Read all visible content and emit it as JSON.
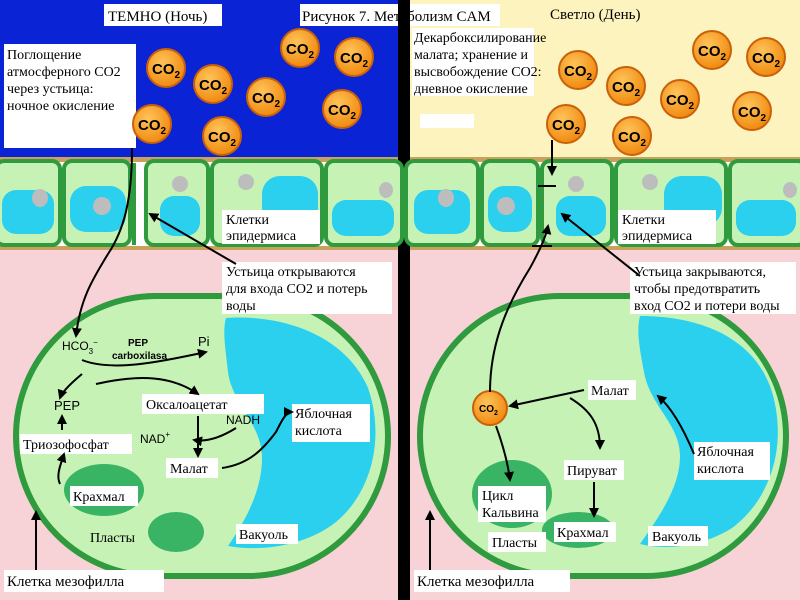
{
  "header": {
    "dark": "ТЕМНО (Ночь)",
    "title": "Рисунок 7. Метаболизм CAM",
    "light": "Светло (День)"
  },
  "co2": {
    "main": "CO",
    "sub": "2"
  },
  "left": {
    "note_lines": [
      "Поглощение",
      "атмосферного CO2",
      "через устьица:",
      "ночное окисление"
    ],
    "epidermis_lines": [
      "Клетки",
      "эпидермиса"
    ],
    "stoma_lines": [
      "Устьица открываются",
      "для входа CO2 и потерь",
      "воды"
    ],
    "hco3": "HCO",
    "hco3_sub": "3",
    "hco3_sup": "−",
    "pep_carbox_lines": [
      "PEP",
      "carboxilasa"
    ],
    "pi": "Pi",
    "pep": "PEP",
    "oxaloacetate": "Оксалоацетат",
    "nadh": "NADH",
    "nad": "NAD",
    "nad_sup": "+",
    "triose": "Триозофосфат",
    "malate": "Малат",
    "malic_lines": [
      "Яблочная",
      "кислота"
    ],
    "starch": "Крахмал",
    "plastids": "Пласты",
    "vacuole": "Вакуоль",
    "mesophyll": "Клетка мезофилла"
  },
  "right": {
    "note_lines": [
      "Декарбоксилирование",
      "малата; хранение и",
      "высвобождение CO2:",
      "дневное окисление"
    ],
    "epidermis_lines": [
      "Клетки",
      "эпидермиса"
    ],
    "stoma_lines": [
      "Устьица закрываются,",
      "чтобы предотвратить",
      "вход CO2 и потери воды"
    ],
    "malate": "Малат",
    "pyruvate": "Пируват",
    "calvin_lines": [
      "Цикл",
      "Кальвина"
    ],
    "starch": "Крахмал",
    "plastids": "Пласты",
    "vacuole": "Вакуоль",
    "malic_lines": [
      "Яблочная",
      "кислота"
    ],
    "mesophyll": "Клетка мезофилла"
  },
  "colors": {
    "night_sky": "#0a23d4",
    "day_sky": "#fdf3be",
    "cytoplasm": "#c6f2b6",
    "membrane": "#2f9a3e",
    "vacuole": "#2bd0ee",
    "plastid": "#39b364",
    "co2_fill": "#f39a1a",
    "co2_stroke": "#c9600a",
    "lower_bg": "#f7d3d7"
  },
  "icons": [
    "co2-bubble-icon",
    "arrow-icon"
  ]
}
